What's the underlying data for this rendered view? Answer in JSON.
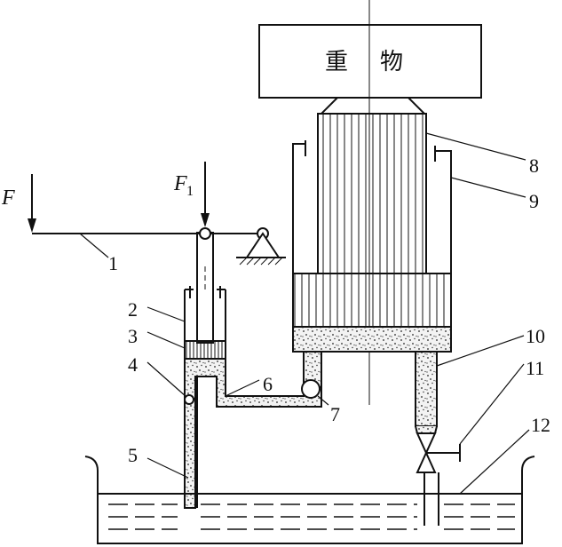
{
  "weight_label_chars": [
    "重",
    "物"
  ],
  "force_labels": {
    "F": "F",
    "F1_main": "F",
    "F1_sub": "1"
  },
  "part_numbers": [
    "1",
    "2",
    "3",
    "4",
    "5",
    "6",
    "7",
    "8",
    "9",
    "10",
    "11",
    "12"
  ]
}
